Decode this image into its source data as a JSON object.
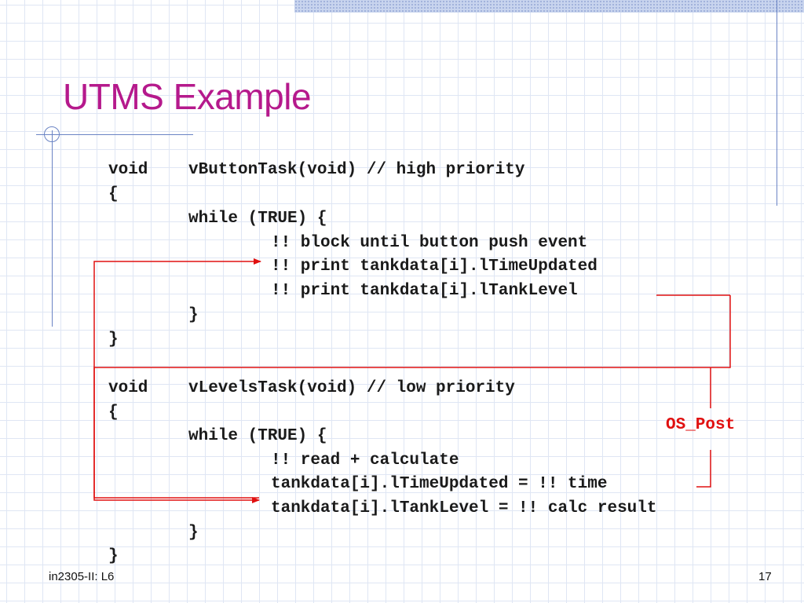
{
  "slide": {
    "title": "UTMS Example",
    "footer": "in2305-II: L6",
    "page_number": "17"
  },
  "code": {
    "button_task": {
      "signature_keyword": "void",
      "signature_rest": "vButtonTask(void) // high priority",
      "open_brace": "{",
      "while_line": "while (TRUE) {",
      "body": [
        "!! block until button push event",
        "!! print tankdata[i].lTimeUpdated",
        "!! print tankdata[i].lTankLevel"
      ],
      "inner_close": "}",
      "outer_close": "}"
    },
    "levels_task": {
      "signature_keyword": "void",
      "signature_rest": "vLevelsTask(void) // low priority",
      "open_brace": "{",
      "while_line": "while (TRUE) {",
      "body": [
        "!! read + calculate",
        "tankdata[i].lTimeUpdated = !! time",
        "tankdata[i].lTankLevel = !! calc result"
      ],
      "inner_close": "}",
      "outer_close": "}"
    }
  },
  "annotation": {
    "label": "OS_Post",
    "color": "#e01010"
  },
  "colors": {
    "title": "#b5198c",
    "accent_lines": "#6b84c4",
    "arrow": "#e01010"
  }
}
